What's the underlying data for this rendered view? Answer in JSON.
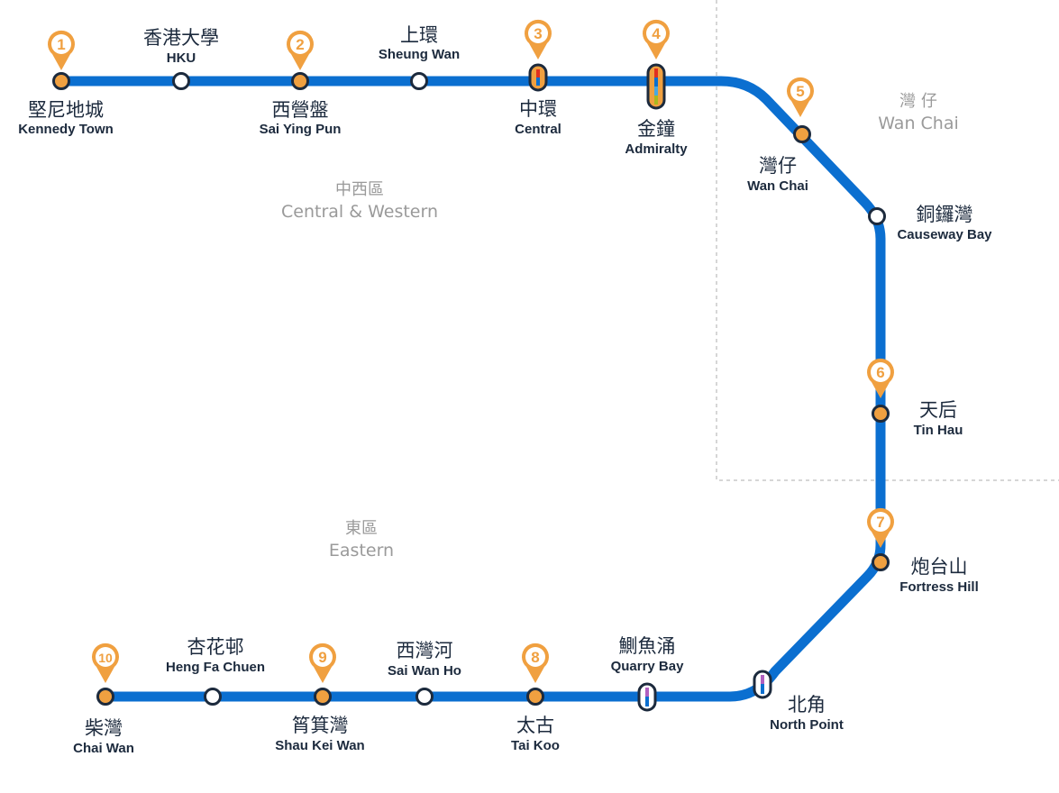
{
  "colors": {
    "line": "#0b6fd0",
    "pin": "#f0a040",
    "station_fill": "#f0a040",
    "outline": "#1c2a3d",
    "district_text": "#9a9a9a",
    "boundary": "#c8c8c8"
  },
  "districts": [
    {
      "zh": "中西區",
      "en": "Central & Western"
    },
    {
      "zh": "灣 仔",
      "en": "Wan Chai"
    },
    {
      "zh": "東區",
      "en": "Eastern"
    }
  ],
  "stations": [
    {
      "zh": "堅尼地城",
      "en": "Kennedy Town",
      "pin": "1"
    },
    {
      "zh": "香港大學",
      "en": "HKU",
      "pin": ""
    },
    {
      "zh": "西營盤",
      "en": "Sai Ying Pun",
      "pin": "2"
    },
    {
      "zh": "上環",
      "en": "Sheung Wan",
      "pin": ""
    },
    {
      "zh": "中環",
      "en": "Central",
      "pin": "3"
    },
    {
      "zh": "金鐘",
      "en": "Admiralty",
      "pin": "4"
    },
    {
      "zh": "灣仔",
      "en": "Wan Chai",
      "pin": "5"
    },
    {
      "zh": "銅鑼灣",
      "en": "Causeway Bay",
      "pin": ""
    },
    {
      "zh": "天后",
      "en": "Tin Hau",
      "pin": "6"
    },
    {
      "zh": "炮台山",
      "en": "Fortress Hill",
      "pin": "7"
    },
    {
      "zh": "北角",
      "en": "North Point",
      "pin": ""
    },
    {
      "zh": "鰂魚涌",
      "en": "Quarry Bay",
      "pin": ""
    },
    {
      "zh": "太古",
      "en": "Tai Koo",
      "pin": "8"
    },
    {
      "zh": "西灣河",
      "en": "Sai Wan Ho",
      "pin": ""
    },
    {
      "zh": "筲箕灣",
      "en": "Shau Kei Wan",
      "pin": "9"
    },
    {
      "zh": "杏花邨",
      "en": "Heng Fa Chuen",
      "pin": ""
    },
    {
      "zh": "柴灣",
      "en": "Chai Wan",
      "pin": "10"
    }
  ]
}
